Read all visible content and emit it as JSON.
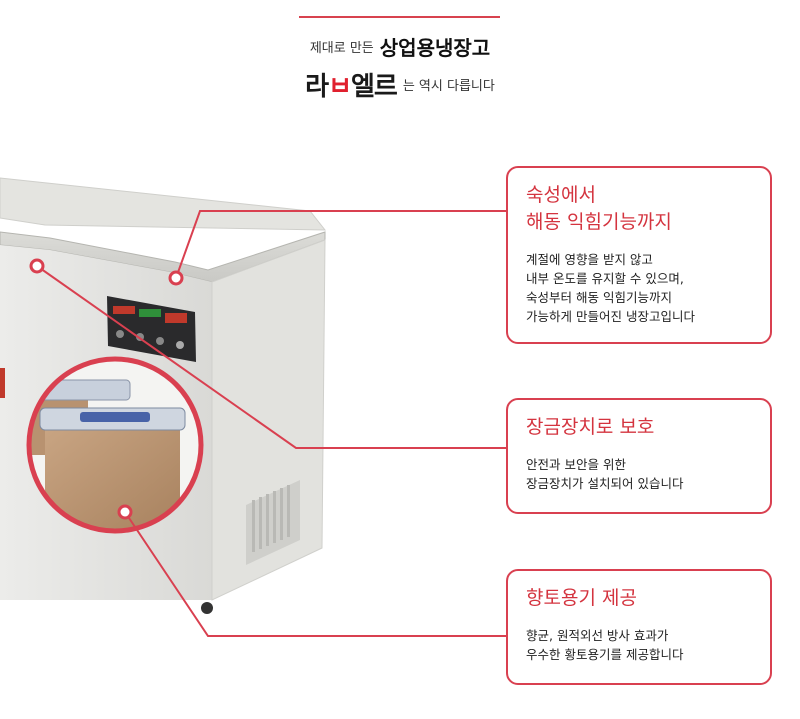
{
  "header": {
    "line1_small": "제대로 만든",
    "line1_big": "상업용냉장고",
    "brand_part1": "라",
    "brand_accent": "ㅂ",
    "brand_part2": "엘르",
    "line2_small": "는 역시 다릅니다"
  },
  "features": [
    {
      "title": "숙성에서\n해동 익힘기능까지",
      "desc": "계절에 영향을 받지 않고\n내부 온도를 유지할 수 있으며,\n숙성부터 해동 익힘기능까지\n가능하게 만들어진 냉장고입니다"
    },
    {
      "title": "장금장치로 보호",
      "desc": "안전과 보안을 위한\n장금장치가 설치되어 있습니다"
    },
    {
      "title": "향토용기 제공",
      "desc": "향균, 원적외선 방사 효과가\n우수한 황토용기를 제공합니다"
    }
  ],
  "colors": {
    "accent": "#d94050",
    "freezer_body": "#e9e8e4",
    "lid_trim": "#a9a9a5"
  }
}
